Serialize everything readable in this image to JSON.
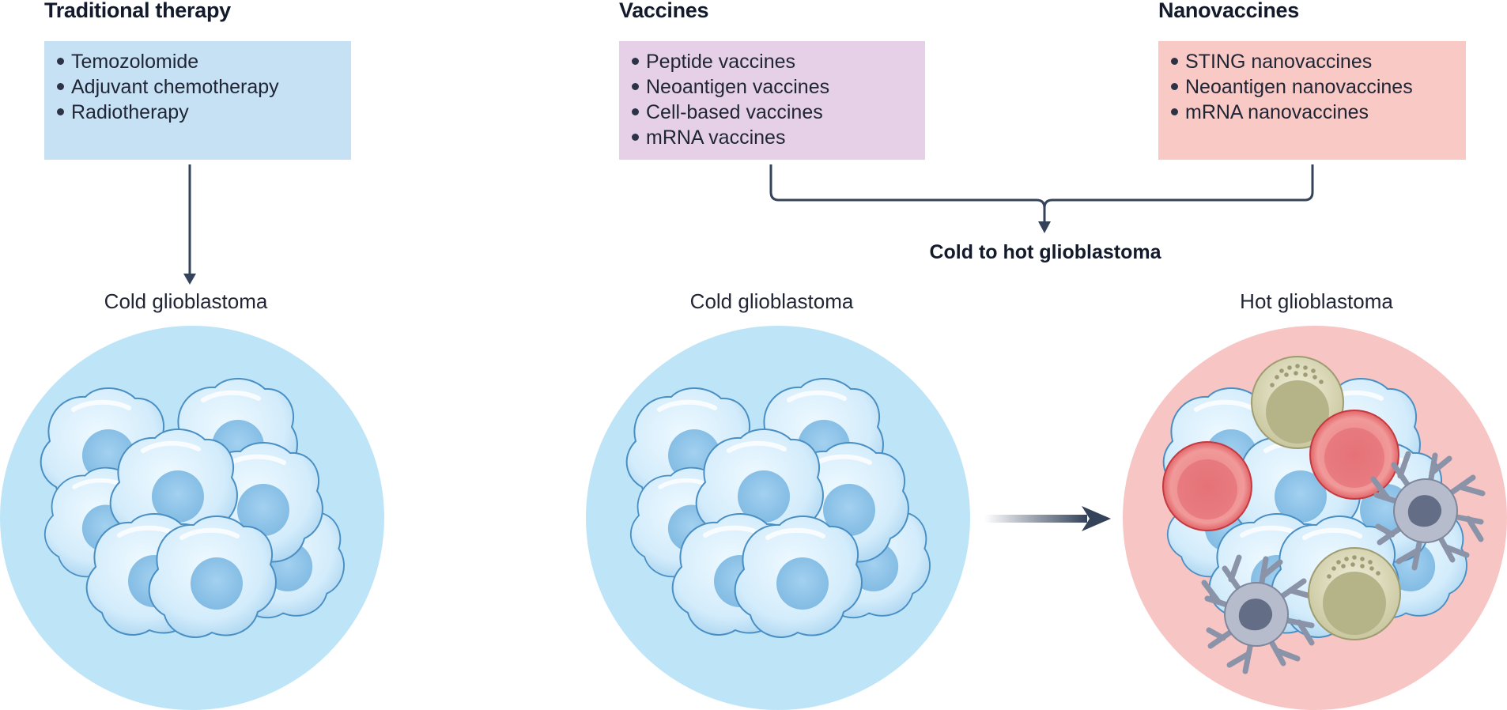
{
  "columns": [
    {
      "heading": "Traditional therapy",
      "box_color": "#c6e0f4",
      "items": [
        "Temozolomide",
        "Adjuvant chemotherapy",
        "Radiotherapy"
      ]
    },
    {
      "heading": "Vaccines",
      "box_color": "#e5d0e8",
      "items": [
        "Peptide vaccines",
        "Neoantigen vaccines",
        "Cell-based vaccines",
        "mRNA vaccines"
      ]
    },
    {
      "heading": "Nanovaccines",
      "box_color": "#f8c9c5",
      "items": [
        "STING nanovaccines",
        "Neoantigen nanovaccines",
        "mRNA nanovaccines"
      ]
    }
  ],
  "merge_label": "Cold to hot glioblastoma",
  "tumors": [
    {
      "label": "Cold glioblastoma",
      "state": "cold"
    },
    {
      "label": "Cold glioblastoma",
      "state": "cold"
    },
    {
      "label": "Hot glioblastoma",
      "state": "hot"
    }
  ],
  "colors": {
    "cold_background": "#bde5f7",
    "hot_background": "#f7c5c3",
    "arrow": "#34435a"
  }
}
